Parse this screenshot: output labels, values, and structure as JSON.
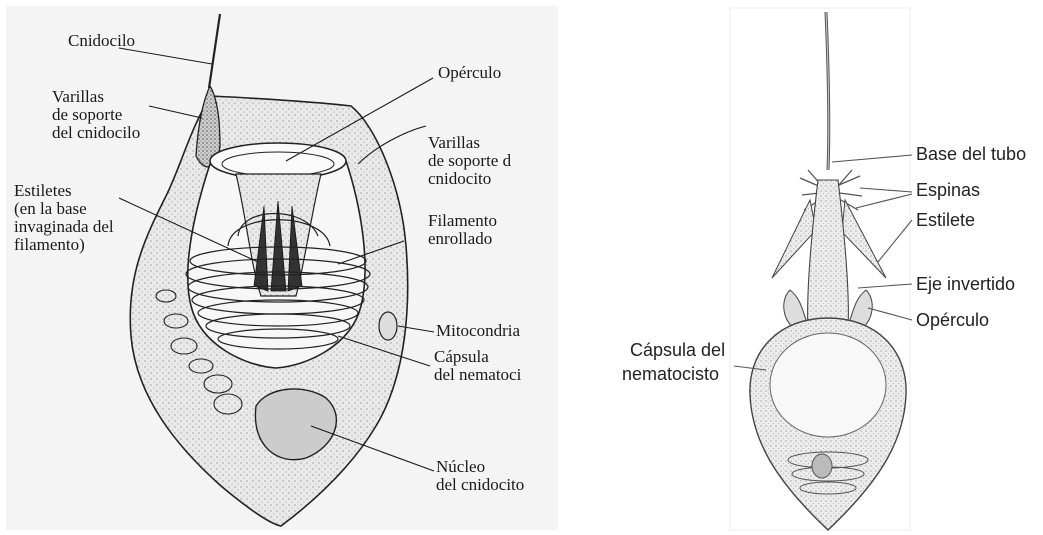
{
  "left_diagram": {
    "labels": {
      "cnidocilo": "Cnidocilo",
      "varillas_cnidocilo": [
        "Varillas",
        "de soporte",
        "del cnidocilo"
      ],
      "estiletes": [
        "Estiletes",
        "(en la base",
        "invaginada del",
        "filamento)"
      ],
      "operculo": "Opérculo",
      "varillas_cnidocito": [
        "Varillas",
        "de soporte d",
        "cnidocito"
      ],
      "filamento": [
        "Filamento",
        "enrollado"
      ],
      "mitocondria": "Mitocondria",
      "capsula": [
        "Cápsula",
        "del nematoci"
      ],
      "nucleo": [
        "Núcleo",
        "del cnidocito"
      ]
    }
  },
  "right_diagram": {
    "labels": {
      "base_tubo": "Base del tubo",
      "espinas": "Espinas",
      "estilete": "Estilete",
      "eje_invertido": "Eje invertido",
      "operculo": "Opérculo",
      "capsula": [
        "Cápsula del",
        "nematocisto"
      ]
    }
  }
}
